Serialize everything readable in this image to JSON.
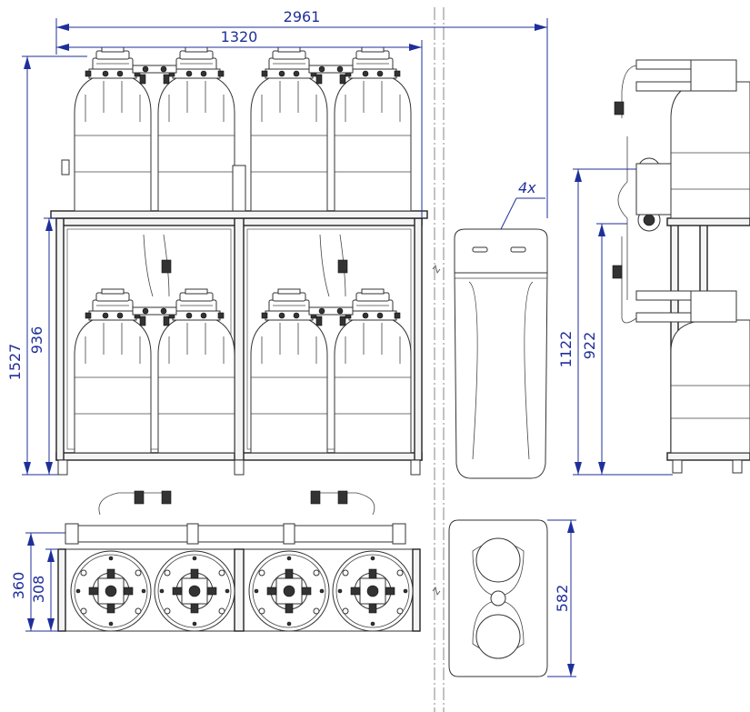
{
  "diagram": {
    "colors": {
      "dimension": "#1f2f9a",
      "drawing": "#333333",
      "background": "#ffffff"
    },
    "dimensions": {
      "overall_width": "2961",
      "frame_width": "1320",
      "overall_height": "1527",
      "frame_height": "936",
      "side_height": "1122",
      "side_frame_height": "922",
      "top_depth": "360",
      "top_frame_depth": "308",
      "cabinet_depth": "582"
    },
    "callout": "4x"
  }
}
